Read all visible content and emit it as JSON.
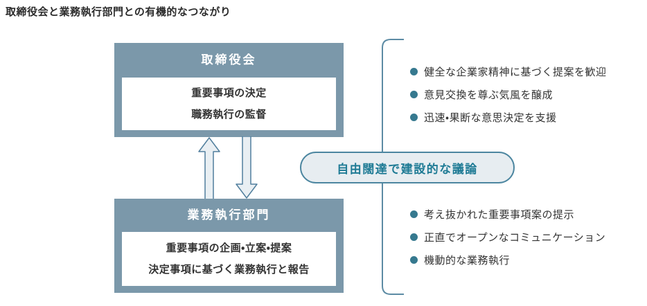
{
  "title": "取締役会と業務執行部門との有機的なつながり",
  "diagram": {
    "board_box": {
      "header": "取締役会",
      "roles": [
        "重要事項の決定",
        "職務執行の監督"
      ]
    },
    "execution_box": {
      "header": "業務執行部門",
      "roles": [
        "重要事項の企画・立案・提案",
        "決定事項に基づく業務執行と報告"
      ]
    },
    "arrows": {
      "up": "up-arrow",
      "down": "down-arrow"
    },
    "pill_label": "自由闊達で建設的な議論",
    "board_bullets": [
      "健全な企業家精神に基づく提案を歓迎",
      "意見交換を尊ぶ気風を醸成",
      "迅速・果断な意思決定を支援"
    ],
    "execution_bullets": [
      "考え抜かれた重要事項案の提示",
      "正直でオープンなコミュニケーション",
      "機動的な業務執行"
    ]
  },
  "colors": {
    "box_fill": "#7b98aa",
    "box_header_text": "#ffffff",
    "body_text": "#333333",
    "arrow_fill": "#e9eff3",
    "arrow_stroke": "#517f9d",
    "bracket_line": "#5c8ba4",
    "pill_bg": "#e7edf1",
    "pill_border": "#4c86a0",
    "pill_text": "#1f7b95",
    "bullet_dot": "#36798f"
  }
}
